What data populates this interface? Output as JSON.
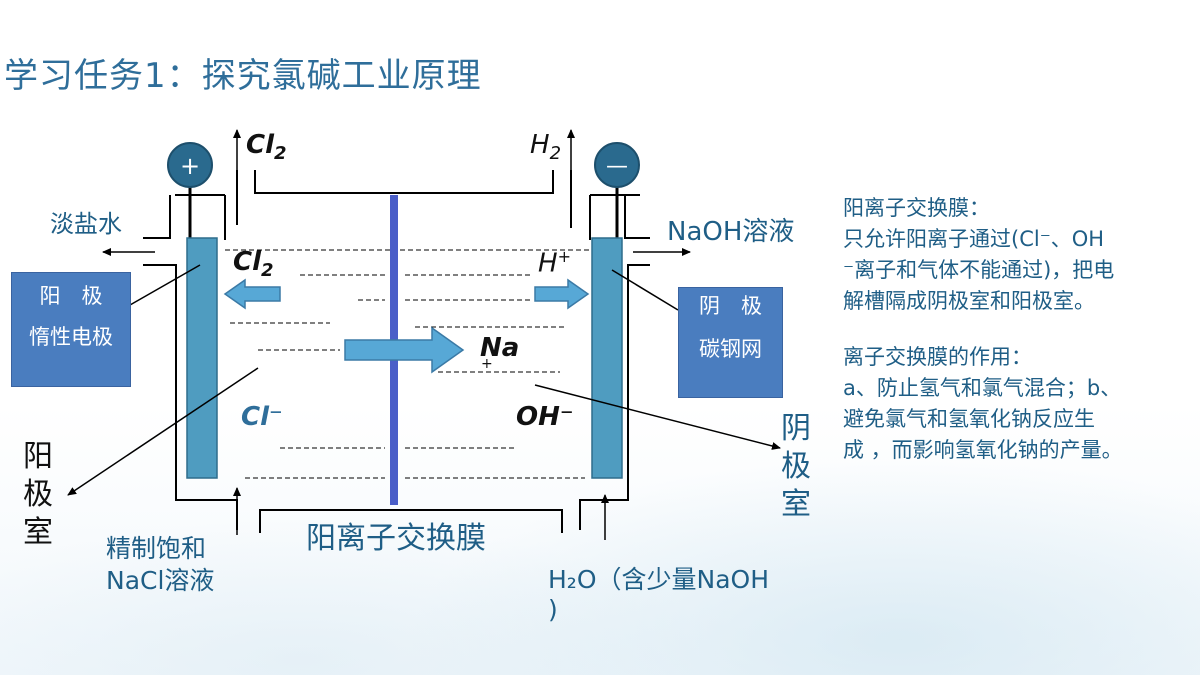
{
  "slide": {
    "title": "学习任务1：探究氯碱工业原理"
  },
  "diagram": {
    "anode_sign": "+",
    "cathode_sign": "—",
    "cl2_gas": "Cl",
    "cl2_sub": "2",
    "h2_gas": "H",
    "h2_sub": "2",
    "dilute_brine": "淡盐水",
    "naoh_solution": "NaOH溶液",
    "anode_box_line1": "阳　极",
    "anode_box_line2": "惰性电极",
    "cathode_box_line1": "阴　极",
    "cathode_box_line2": "碳钢网",
    "ion_cl2": "Cl",
    "ion_cl2_sub": "2",
    "ion_h": "H",
    "ion_h_sup": "+",
    "ion_na": "Na",
    "ion_na_sup": "+",
    "ion_cl": "Cl⁻",
    "ion_oh": "OH⁻",
    "anode_chamber": [
      "阳",
      "极",
      "室"
    ],
    "cathode_chamber": [
      "阴",
      "极",
      "室"
    ],
    "membrane_label": "阳离子交换膜",
    "feed_left_line1": "精制饱和",
    "feed_left_line2": "NaCl溶液",
    "feed_right_line1": "H₂O（含少量NaOH",
    "feed_right_line2": ")"
  },
  "notes": {
    "p1": [
      "阳离子交换膜：",
      "只允许阳离子通过(Cl⁻、OH",
      "⁻离子和气体不能通过)，把电",
      "解槽隔成阴极室和阳极室。"
    ],
    "p2": [
      "离子交换膜的作用：",
      "a、防止氢气和氯气混合；b、",
      "避免氯气和氢氧化钠反应生",
      "成 ，而影响氢氧化钠的产量。"
    ]
  },
  "colors": {
    "title": "#2f6e9a",
    "text_blue": "#1f5e86",
    "electrode": "#4f9cc0",
    "membrane": "#4a5ec8",
    "label_box": "#4a7dbf",
    "terminal": "#2a6a8e"
  }
}
